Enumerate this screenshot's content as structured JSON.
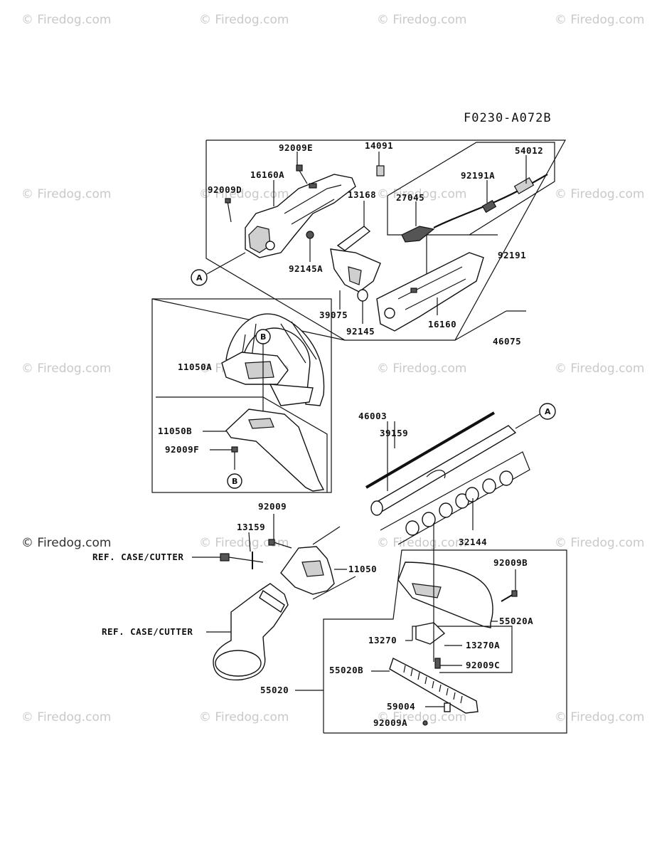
{
  "diagram_code": "F0230-A072B",
  "watermark": "© Firedog.com",
  "part_labels": {
    "p92009E": "92009E",
    "p14091": "14091",
    "p54012": "54012",
    "p16160A": "16160A",
    "p92191A": "92191A",
    "p92009D": "92009D",
    "p13168": "13168",
    "p27045": "27045",
    "p92191": "92191",
    "p92145A": "92145A",
    "p39075": "39075",
    "p92145": "92145",
    "p16160": "16160",
    "p46075": "46075",
    "p11050A": "11050A",
    "p11050B": "11050B",
    "p92009F": "92009F",
    "p46003": "46003",
    "p39159": "39159",
    "p32144": "32144",
    "p92009": "92009",
    "p13159": "13159",
    "ref_case_cutter_1": "REF. CASE/CUTTER",
    "p11050": "11050",
    "p92009B": "92009B",
    "p55020A": "55020A",
    "ref_case_cutter_2": "REF. CASE/CUTTER",
    "p13270": "13270",
    "p13270A": "13270A",
    "p55020B": "55020B",
    "p92009C": "92009C",
    "p55020": "55020",
    "p59004": "59004",
    "p92009A": "92009A"
  },
  "callouts": {
    "a": "A",
    "b": "B"
  }
}
